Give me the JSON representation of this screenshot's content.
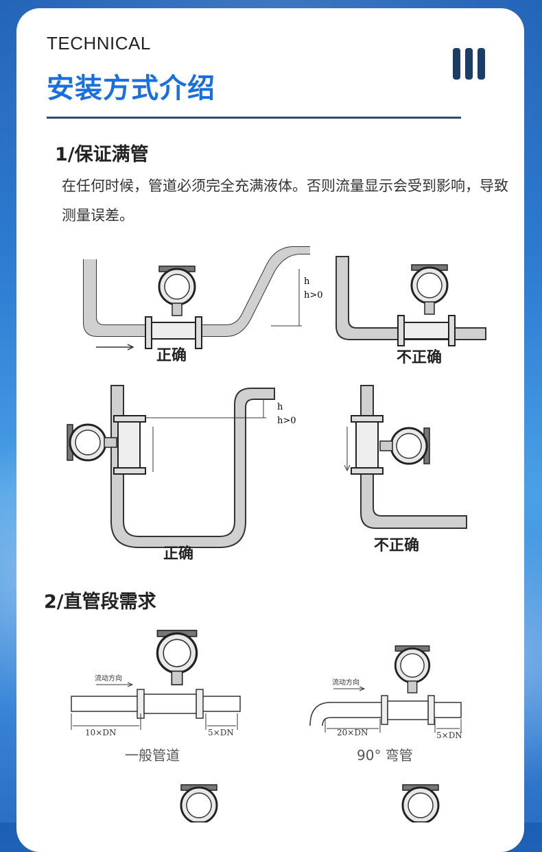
{
  "header": {
    "kicker": "TECHNICAL",
    "title": "安装方式介绍"
  },
  "section1": {
    "heading": "1/保证满管",
    "paragraph": "在任何时候，管道必须完全充满液体。否则流量显示会受到影响，导致测量误差。"
  },
  "diagrams1": {
    "h_label": "h",
    "h_cond": "h>0",
    "correct": "正确",
    "incorrect": "不正确"
  },
  "section2": {
    "heading": "2/直管段需求"
  },
  "diagrams2": {
    "flow_dir": "流动方向",
    "d1_up": "10×DN",
    "d1_down": "5×DN",
    "d1_caption": "一般管道",
    "d2_up": "20×DN",
    "d2_down": "5×DN",
    "d2_caption": "90° 弯管"
  }
}
